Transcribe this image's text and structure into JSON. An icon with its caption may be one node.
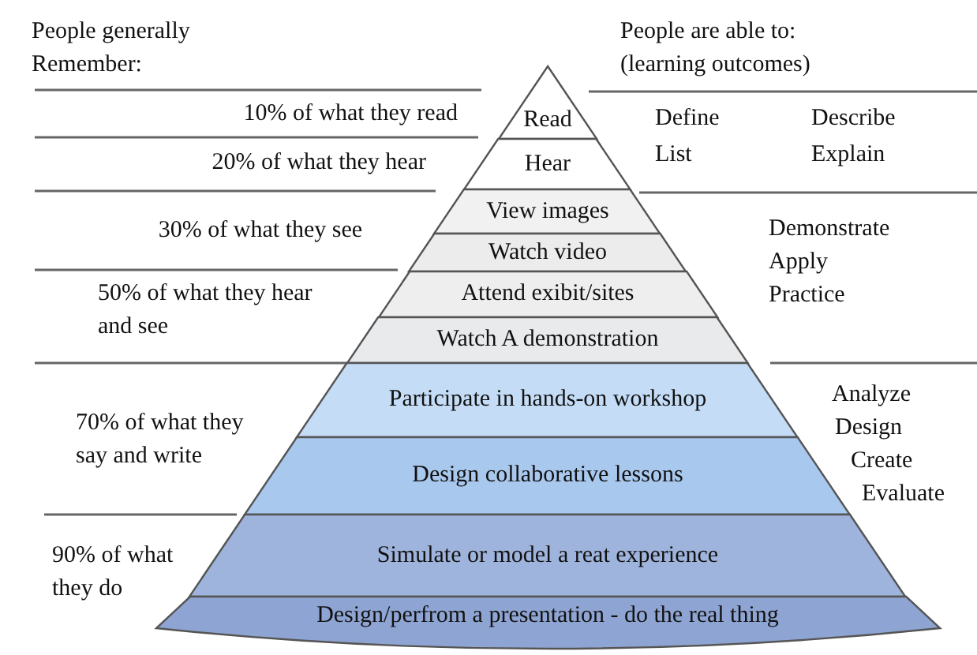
{
  "diagram": {
    "nodes": [
      {
        "text": [
          "Read"
        ]
      },
      {
        "text": [
          "Hear"
        ]
      },
      {
        "text": [
          "View images"
        ]
      },
      {
        "text": [
          "Watch video"
        ]
      },
      {
        "text": [
          "Attend exibit/sites"
        ]
      },
      {
        "text": [
          "Watch A demonstration"
        ]
      },
      {
        "text": [
          "Participate in hands-on workshop"
        ]
      },
      {
        "text": [
          "Design collaborative lessons"
        ]
      },
      {
        "text": [
          "Simulate or model a reat experience"
        ]
      },
      {
        "text": [
          "Design/perfrom a presentation - do the real thing"
        ]
      }
    ],
    "labels": [
      "People generally Remember:",
      "People are able to: (learning outcomes)",
      "10% of what they read",
      "Define",
      "Describe",
      "List",
      "20% of what they hear",
      "Explain",
      "30% of what they see",
      "Demonstrate",
      "Apply",
      "50% of what they hear and see",
      "Practice",
      "Analyze",
      "70% of what they say and write",
      "Design",
      "Create",
      "Evaluate",
      "90% of what they do"
    ]
  }
}
